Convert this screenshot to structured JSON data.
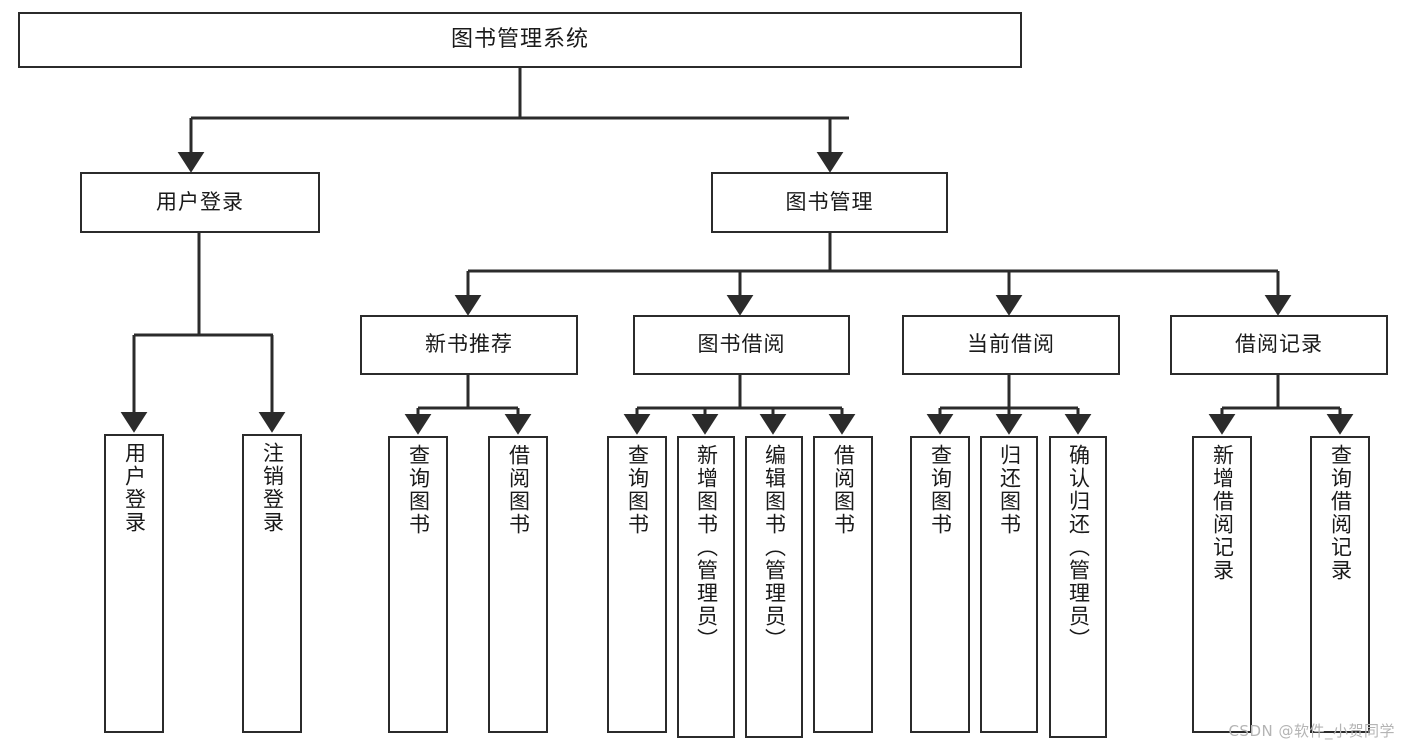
{
  "diagram": {
    "title": "图书管理系统",
    "type": "tree-hierarchy",
    "background_color": "#ffffff",
    "box_border_color": "#2b2b2b",
    "box_fill_color": "#ffffff",
    "text_color": "#1a1a1a",
    "edge_color": "#2b2b2b"
  },
  "root": {
    "label": "图书管理系统"
  },
  "level1": [
    {
      "label": "用户登录"
    },
    {
      "label": "图书管理"
    }
  ],
  "level2": [
    {
      "label": "新书推荐"
    },
    {
      "label": "图书借阅"
    },
    {
      "label": "当前借阅"
    },
    {
      "label": "借阅记录"
    }
  ],
  "leaves": {
    "user_login": [
      {
        "label": "用户登录"
      },
      {
        "label": "注销登录"
      }
    ],
    "new_book_recommend": [
      {
        "label": "查询图书"
      },
      {
        "label": "借阅图书"
      }
    ],
    "book_borrow": [
      {
        "label": "查询图书"
      },
      {
        "label": "新增图书（管理员）"
      },
      {
        "label": "编辑图书（管理员）"
      },
      {
        "label": "借阅图书"
      }
    ],
    "current_borrow": [
      {
        "label": "查询图书"
      },
      {
        "label": "归还图书"
      },
      {
        "label": "确认归还（管理员）"
      }
    ],
    "borrow_record": [
      {
        "label": "新增借阅记录"
      },
      {
        "label": "查询借阅记录"
      }
    ]
  },
  "watermark": {
    "text": "CSDN @软件_小贺同学",
    "color": "#b4b4b4"
  }
}
